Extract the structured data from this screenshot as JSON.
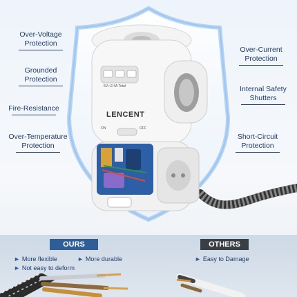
{
  "features": {
    "left": [
      {
        "line1": "Over-Voltage",
        "line2": "Protection"
      },
      {
        "line1": "Grounded",
        "line2": "Protection"
      },
      {
        "line1": "Fire-Resistance",
        "line2": ""
      },
      {
        "line1": "Over-Temperature",
        "line2": "Protection"
      }
    ],
    "right": [
      {
        "line1": "Over-Current",
        "line2": "Protection"
      },
      {
        "line1": "Internal Safety",
        "line2": "Shutters"
      },
      {
        "line1": "Short-Circuit",
        "line2": "Protection"
      }
    ]
  },
  "product": {
    "brand": "LENCENT",
    "switch_on": "ON",
    "switch_off": "OFF",
    "usb_spec": "5V⎓2.4A Total"
  },
  "comparison": {
    "ours_tag": "OURS",
    "others_tag": "OTHERS",
    "ours_points": [
      "More flexible",
      "More durable",
      "Not easy to deform"
    ],
    "others_points": [
      "Easy to Damage"
    ]
  },
  "colors": {
    "accent": "#2f5d95",
    "text": "#1f3c6b",
    "others": "#3a3f46"
  }
}
